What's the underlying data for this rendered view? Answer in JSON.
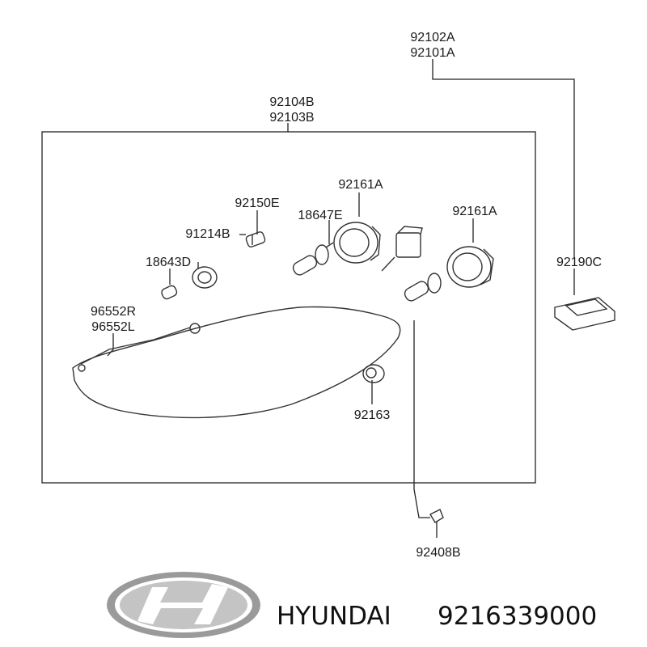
{
  "callouts": {
    "headlamp_assy_rh": "92102A",
    "headlamp_assy_lh": "92101A",
    "housing_rh": "92104B",
    "housing_lh": "92103B",
    "socket_small": "92150E",
    "bulb_low": "18647E",
    "cap_1": "92161A",
    "cap_2": "92161A",
    "socket_holder": "91214B",
    "bulb_position": "18643D",
    "ballast": "92190C",
    "bracket_r": "96552R",
    "bracket_l": "96552L",
    "turn_socket": "92163",
    "screw": "92408B"
  },
  "brand": {
    "name": "HYUNDAI",
    "part_number": "9216339000",
    "logo_icon": "hyundai-logo-icon"
  }
}
